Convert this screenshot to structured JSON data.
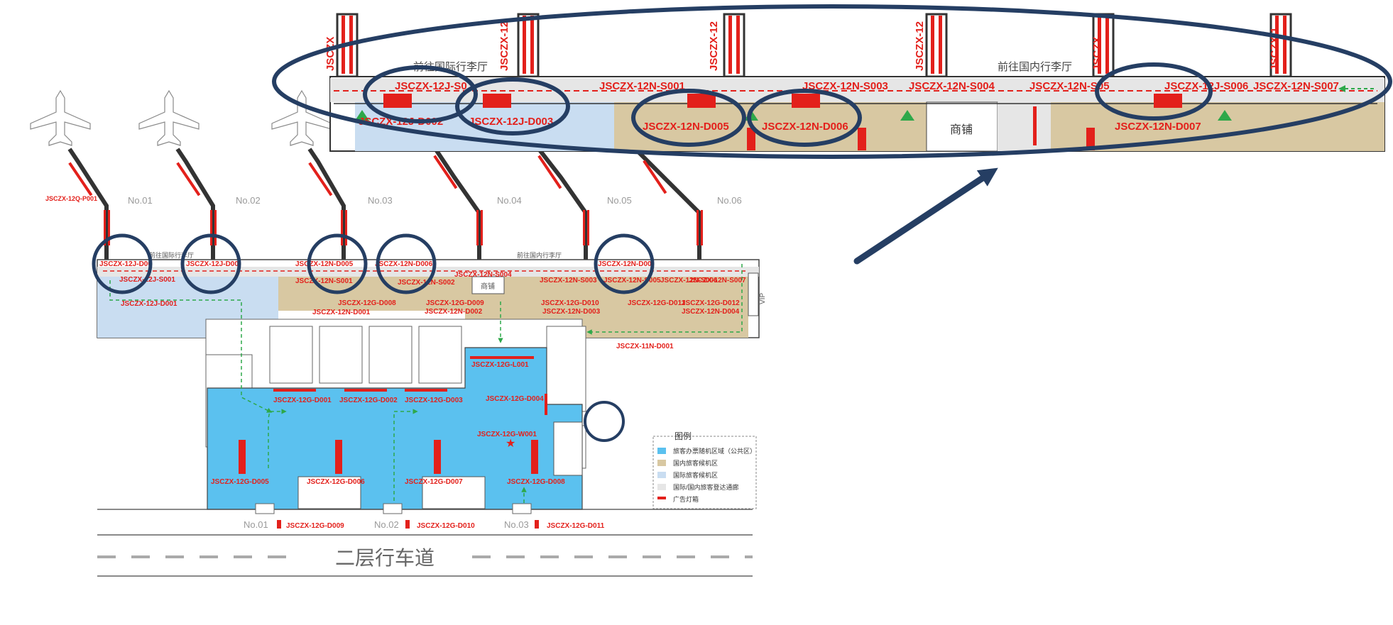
{
  "colors": {
    "public_area": "#5bc1ef",
    "domestic_area": "#d8c8a2",
    "international_area": "#c9ddf1",
    "corridor": "#e6e6e6",
    "lightbox": "#e3201b",
    "flow_arrow": "#2ea84a",
    "highlight_circle": "#253e63"
  },
  "main_map": {
    "gates": [
      {
        "label": "No.01"
      },
      {
        "label": "No.02"
      },
      {
        "label": "No.03"
      },
      {
        "label": "No.04"
      },
      {
        "label": "No.05"
      },
      {
        "label": "No.06"
      }
    ],
    "p_label": "JSCZX-12Q-P001",
    "intl_hall": "前往国际行李厅",
    "dom_hall": "前往国内行李厅",
    "shop": "商铺",
    "vip": "VIP",
    "upper_labels": [
      "JSCZX-12J-D00",
      "JSCZX-12J-D00",
      "JSCZX-12N-D005",
      "JSCZX-12N-D006",
      "JSCZX-12N-D00",
      "JSCZX-12J-S001",
      "JSCZX-12N-S001",
      "JSCZX-12N-S002",
      "JSCZX-12N-S003",
      "JSCZX-12N-S004",
      "JSCZX-12N-S005",
      "JSCZX-12N-S006",
      "JSCZX-12N-S007",
      "JSCZX-12J-D001",
      "JSCZX-12N-D001",
      "JSCZX-12G-D008",
      "JSCZX-12G-D009",
      "JSCZX-12N-D002",
      "JSCZX-12G-D010",
      "JSCZX-12N-D003",
      "JSCZX-12G-D011",
      "JSCZX-12G-D012",
      "JSCZX-12N-D004",
      "JSCZX-11N-D001"
    ],
    "public_labels": [
      "JSCZX-12G-L001",
      "JSCZX-12G-D001",
      "JSCZX-12G-D002",
      "JSCZX-12G-D003",
      "JSCZX-12G-D004",
      "JSCZX-12G-W001",
      "JSCZX-12G-D005",
      "JSCZX-12G-D006",
      "JSCZX-12G-D007",
      "JSCZX-12G-D008"
    ],
    "road_gates": [
      {
        "no": "No.01",
        "code": "JSCZX-12G-D009"
      },
      {
        "no": "No.02",
        "code": "JSCZX-12G-D010"
      },
      {
        "no": "No.03",
        "code": "JSCZX-12G-D011"
      }
    ],
    "road_label": "二层行车道"
  },
  "legend": {
    "title": "图例",
    "items": [
      {
        "label": "旅客办票随机区域（公共区）",
        "color_key": "public_area"
      },
      {
        "label": "国内旅客候机区",
        "color_key": "domestic_area"
      },
      {
        "label": "国际旅客候机区",
        "color_key": "international_area"
      },
      {
        "label": "国际/国内旅客登达通廊",
        "color_key": "corridor"
      },
      {
        "label": "广告灯箱",
        "color_key": "lightbox"
      }
    ]
  },
  "zoom_inset": {
    "intl_hall": "前往国际行李厅",
    "dom_hall": "前往国内行李厅",
    "shop": "商铺",
    "top_labels": [
      "JSCZX-12J-S0",
      "JSCZX-12N-S001",
      "JSCZX-12N-S003",
      "JSCZX-12N-S004",
      "JSCZX-12N-S05",
      "JSCZX-12J-S006",
      "JSCZX-12N-S007"
    ],
    "bottom_labels": [
      "JSCZX-12J-D002",
      "JSCZX-12J-D003",
      "JSCZX-12N-D005",
      "JSCZX-12N-D006",
      "JSCZX-12N-D007"
    ],
    "bridge_fragments": [
      "JSCZX",
      "JSCZX-12",
      "JSCZX-12",
      "JSCZX-12",
      "JSCZX",
      "JSCZX-1"
    ]
  }
}
